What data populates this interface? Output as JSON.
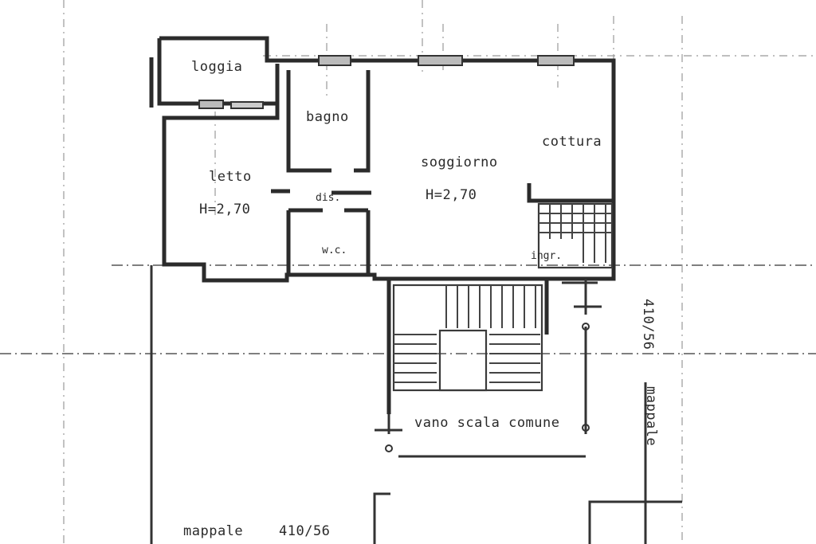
{
  "plan": {
    "rooms": {
      "loggia_top": "loggia",
      "bagno": "bagno",
      "letto": "letto",
      "letto_height": "H=2,70",
      "disimpegno": "dis.",
      "wc": "w.c.",
      "soggiorno": "soggiorno",
      "soggiorno_height": "H=2,70",
      "cottura": "cottura",
      "ingresso": "ingr.",
      "vano_scala": "vano scala comune"
    },
    "parcels": {
      "right_vertical_number": "410/56",
      "right_vertical_label": "mappale",
      "bottom_label": "mappale",
      "bottom_number": "410/56"
    }
  }
}
